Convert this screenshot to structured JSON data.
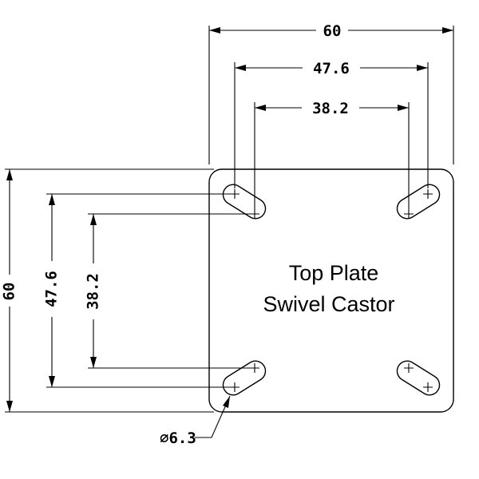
{
  "plate": {
    "label_line1": "Top Plate",
    "label_line2": "Swivel Castor"
  },
  "dimensions": {
    "plate_width": "60",
    "outer_hole_spacing_horizontal": "47.6",
    "inner_hole_spacing_horizontal": "38.2",
    "plate_height": "60",
    "outer_hole_spacing_vertical": "47.6",
    "inner_hole_spacing_vertical": "38.2",
    "hole_diameter": "⌀6.3"
  }
}
